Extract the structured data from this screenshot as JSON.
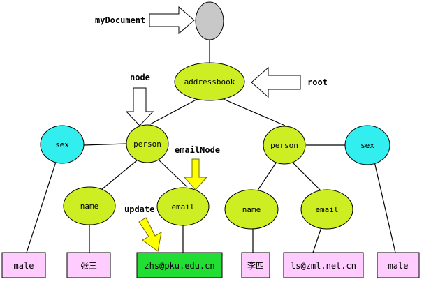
{
  "nodes": {
    "doc": {
      "label": ""
    },
    "addressbook": {
      "label": "addressbook"
    },
    "person_left": {
      "label": "person"
    },
    "person_right": {
      "label": "person"
    },
    "sex_left": {
      "label": "sex"
    },
    "sex_right": {
      "label": "sex"
    },
    "name_left": {
      "label": "name"
    },
    "email_left": {
      "label": "email"
    },
    "name_right": {
      "label": "name"
    },
    "email_right": {
      "label": "email"
    }
  },
  "leaves": {
    "male_left": {
      "label": "male"
    },
    "name_left_value": {
      "label": "张三"
    },
    "email_left_value": {
      "label": "zhs@pku.edu.cn"
    },
    "name_right_value": {
      "label": "李四"
    },
    "email_right_value": {
      "label": "ls@zml.net.cn"
    },
    "male_right": {
      "label": "male"
    }
  },
  "annotations": {
    "myDocument": "myDocument",
    "root": "root",
    "node": "node",
    "emailNode": "emailNode",
    "update": "update"
  },
  "colors": {
    "doc_fill": "#c8c8c8",
    "element_fill": "#ccee22",
    "attribute_fill": "#33eeee",
    "leaf_fill": "#ffccff",
    "updated_leaf_fill": "#22dd33",
    "pointer_arrow": "#ffff00"
  }
}
